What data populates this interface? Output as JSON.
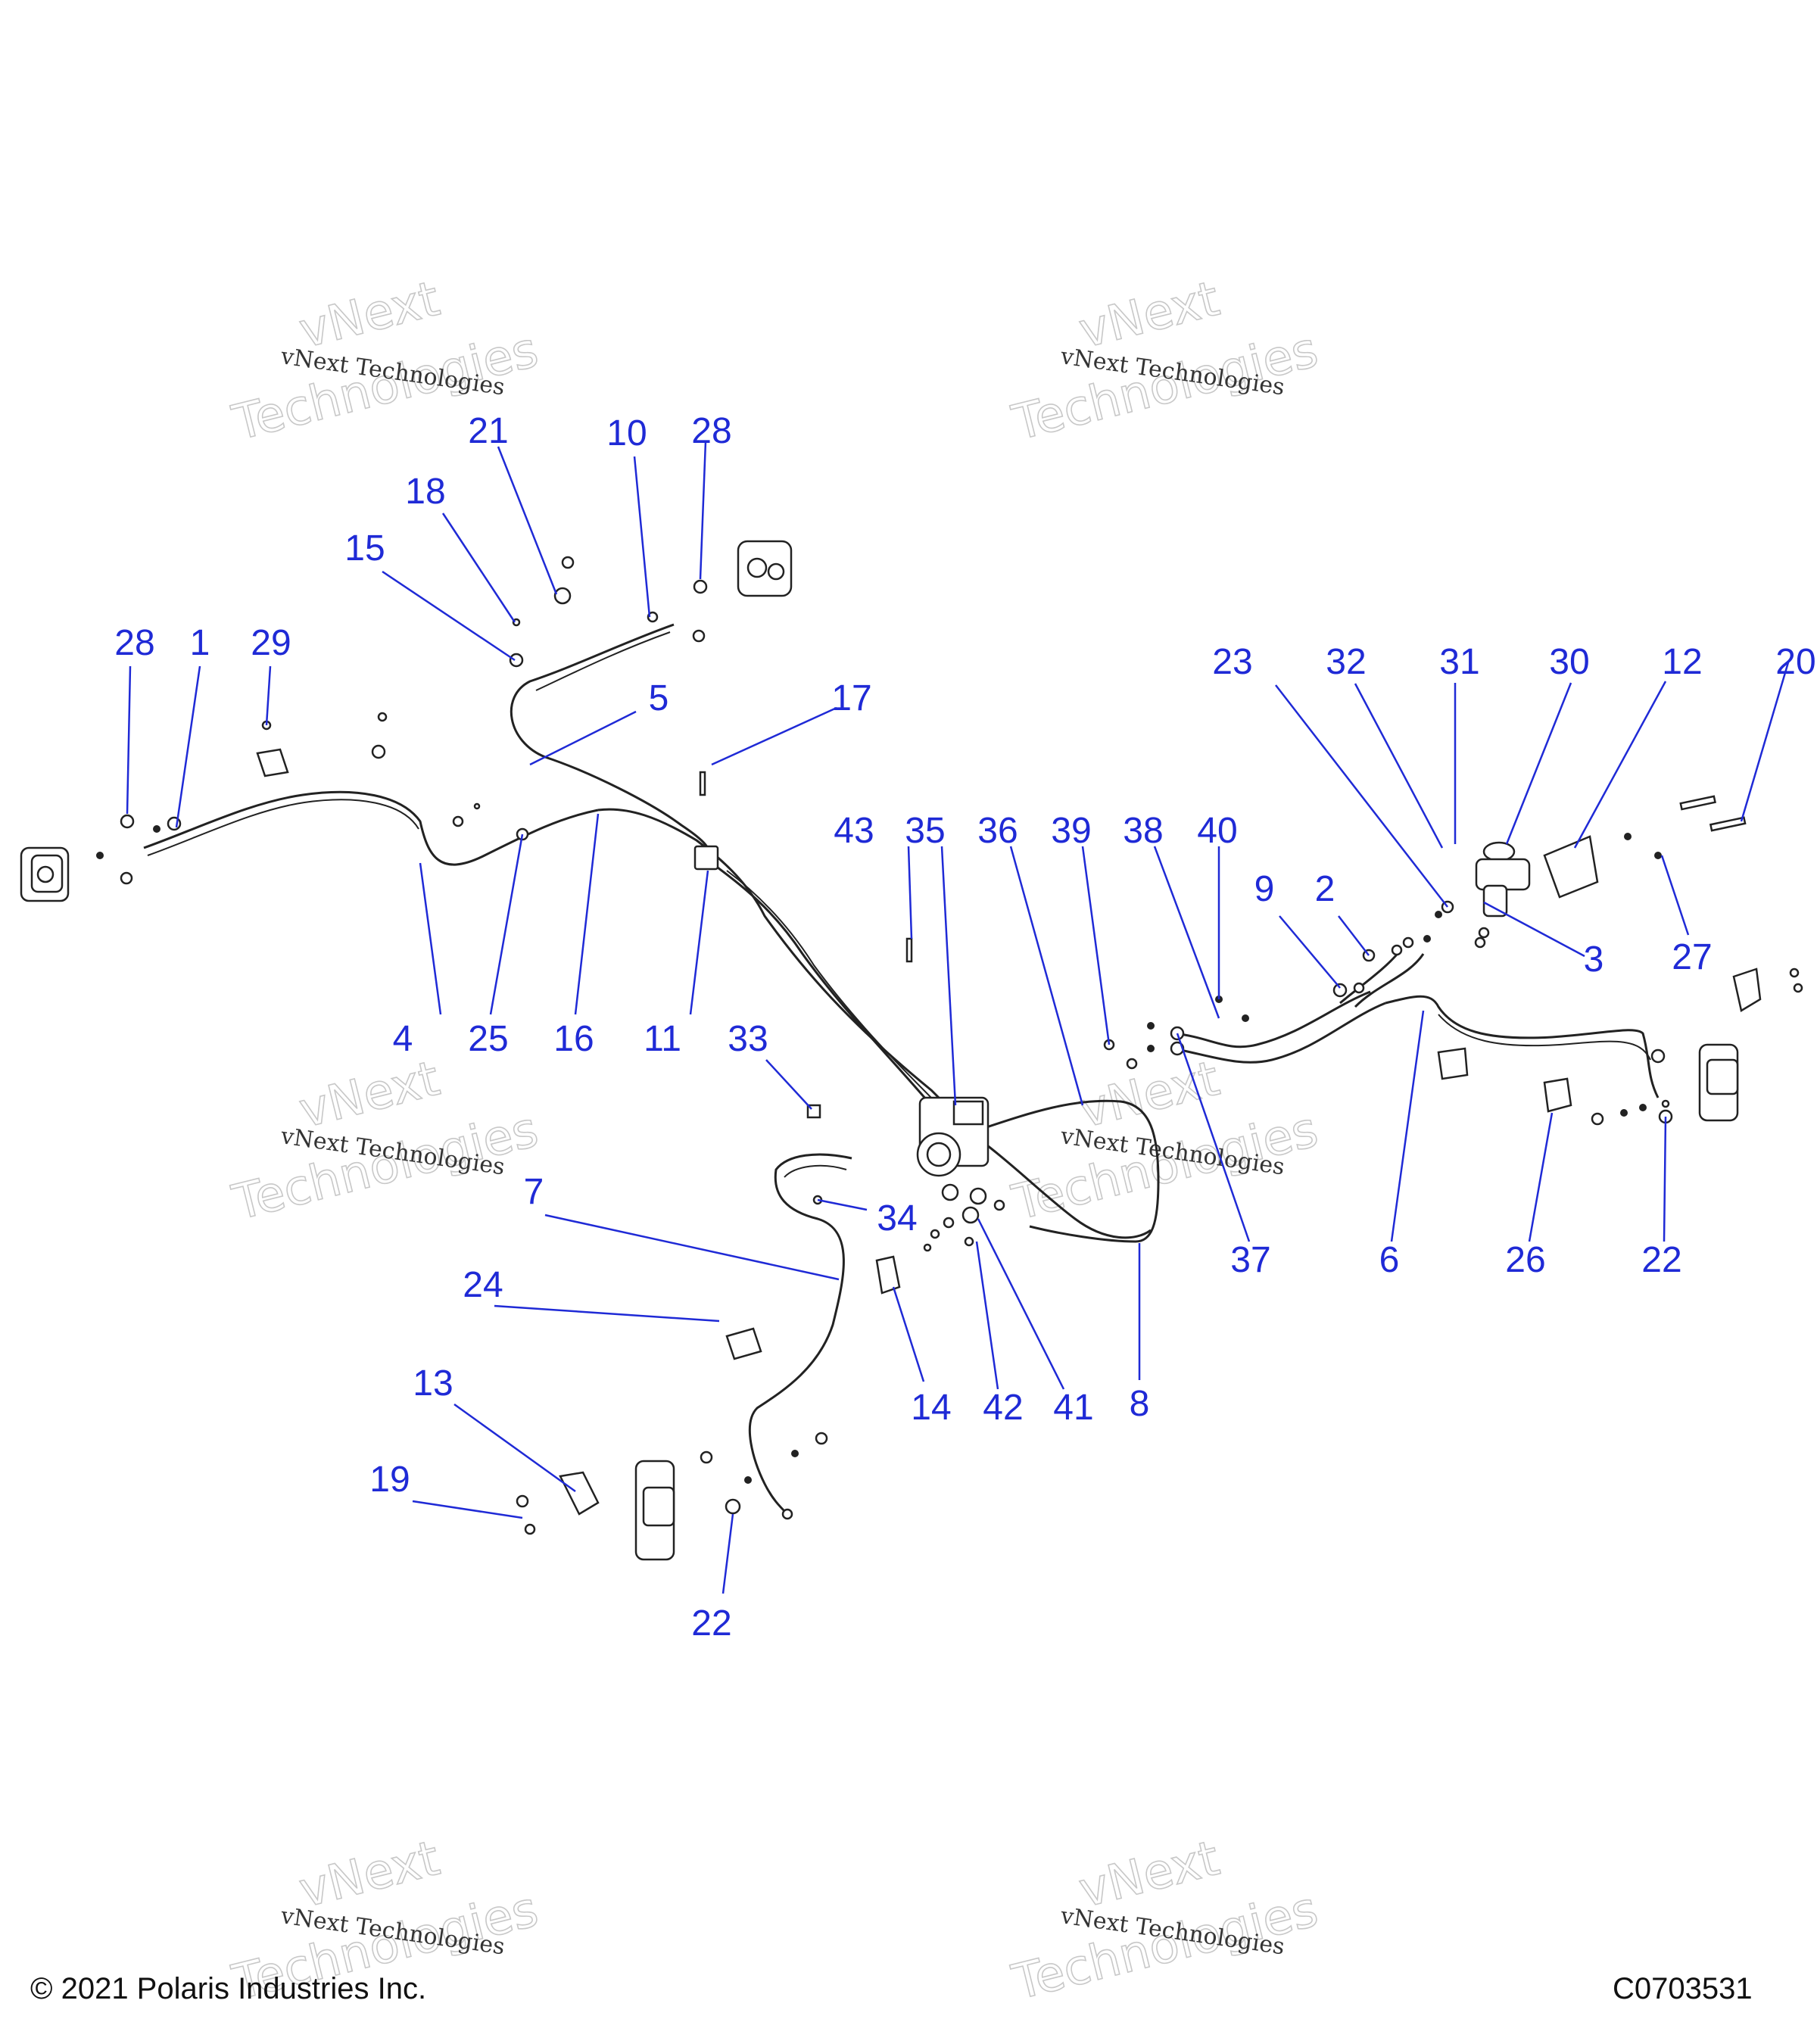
{
  "callouts": [
    {
      "label": "1"
    },
    {
      "label": "2"
    },
    {
      "label": "3"
    },
    {
      "label": "4"
    },
    {
      "label": "5"
    },
    {
      "label": "6"
    },
    {
      "label": "7"
    },
    {
      "label": "8"
    },
    {
      "label": "9"
    },
    {
      "label": "10"
    },
    {
      "label": "11"
    },
    {
      "label": "12"
    },
    {
      "label": "13"
    },
    {
      "label": "14"
    },
    {
      "label": "15"
    },
    {
      "label": "16"
    },
    {
      "label": "17"
    },
    {
      "label": "18"
    },
    {
      "label": "19"
    },
    {
      "label": "20"
    },
    {
      "label": "21"
    },
    {
      "label": "22"
    },
    {
      "label": "22"
    },
    {
      "label": "23"
    },
    {
      "label": "24"
    },
    {
      "label": "25"
    },
    {
      "label": "26"
    },
    {
      "label": "27"
    },
    {
      "label": "28"
    },
    {
      "label": "28"
    },
    {
      "label": "29"
    },
    {
      "label": "30"
    },
    {
      "label": "31"
    },
    {
      "label": "32"
    },
    {
      "label": "33"
    },
    {
      "label": "34"
    },
    {
      "label": "35"
    },
    {
      "label": "36"
    },
    {
      "label": "37"
    },
    {
      "label": "38"
    },
    {
      "label": "39"
    },
    {
      "label": "40"
    },
    {
      "label": "41"
    },
    {
      "label": "42"
    },
    {
      "label": "43"
    }
  ],
  "watermark": {
    "line1": "vNext",
    "line2": "Technologies",
    "caption": "vNext Technologies"
  },
  "footer": {
    "copyright": "© 2021 Polaris Industries Inc.",
    "drawing_id": "C0703531"
  },
  "colors": {
    "callout": "#1f2ad6",
    "lines": "#222222"
  }
}
